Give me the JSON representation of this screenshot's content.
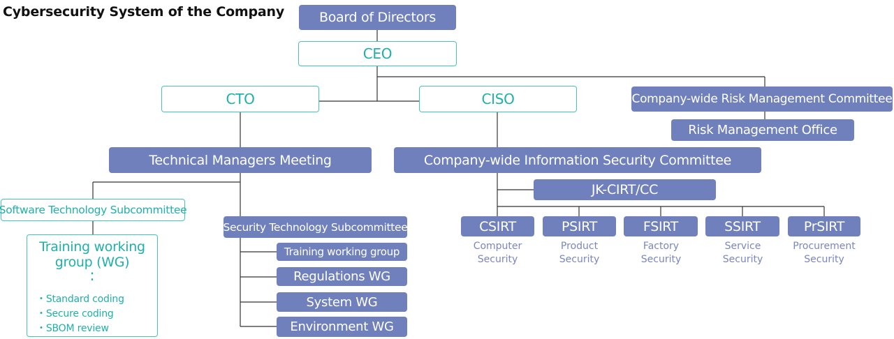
{
  "title": "Cybersecurity System of the Company",
  "nodes": {
    "board": "Board of Directors",
    "ceo": "CEO",
    "cto": "CTO",
    "ciso": "CISO",
    "crm_committee": "Company-wide Risk Management Committee",
    "risk_office": "Risk Management Office",
    "tech_managers": "Technical Managers Meeting",
    "info_sec_committee": "Company-wide Information Security Committee",
    "jk_cirt": "JK-CIRT/CC",
    "software_sub": "Software Technology Subcommittee",
    "training_wg": {
      "title": "Training working group (WG)",
      "dots": ":",
      "items": [
        "Standard coding",
        "Secure coding",
        "SBOM review"
      ]
    },
    "security_sub": "Security Technology Subcommittee",
    "security_wgs": [
      "Training working group",
      "Regulations WG",
      "System WG",
      "Environment WG"
    ],
    "sirts": [
      {
        "name": "CSIRT",
        "desc": [
          "Computer",
          "Security"
        ]
      },
      {
        "name": "PSIRT",
        "desc": [
          "Product",
          "Security"
        ]
      },
      {
        "name": "FSIRT",
        "desc": [
          "Factory",
          "Security"
        ]
      },
      {
        "name": "SSIRT",
        "desc": [
          "Service",
          "Security"
        ]
      },
      {
        "name": "PrSIRT",
        "desc": [
          "Procurement",
          "Security"
        ]
      }
    ]
  },
  "colors": {
    "filled": "#7080bd",
    "outline_border": "#43c4bd",
    "outline_text": "#1fb0aa",
    "connector": "#333333",
    "subtext": "#7a86c2"
  }
}
